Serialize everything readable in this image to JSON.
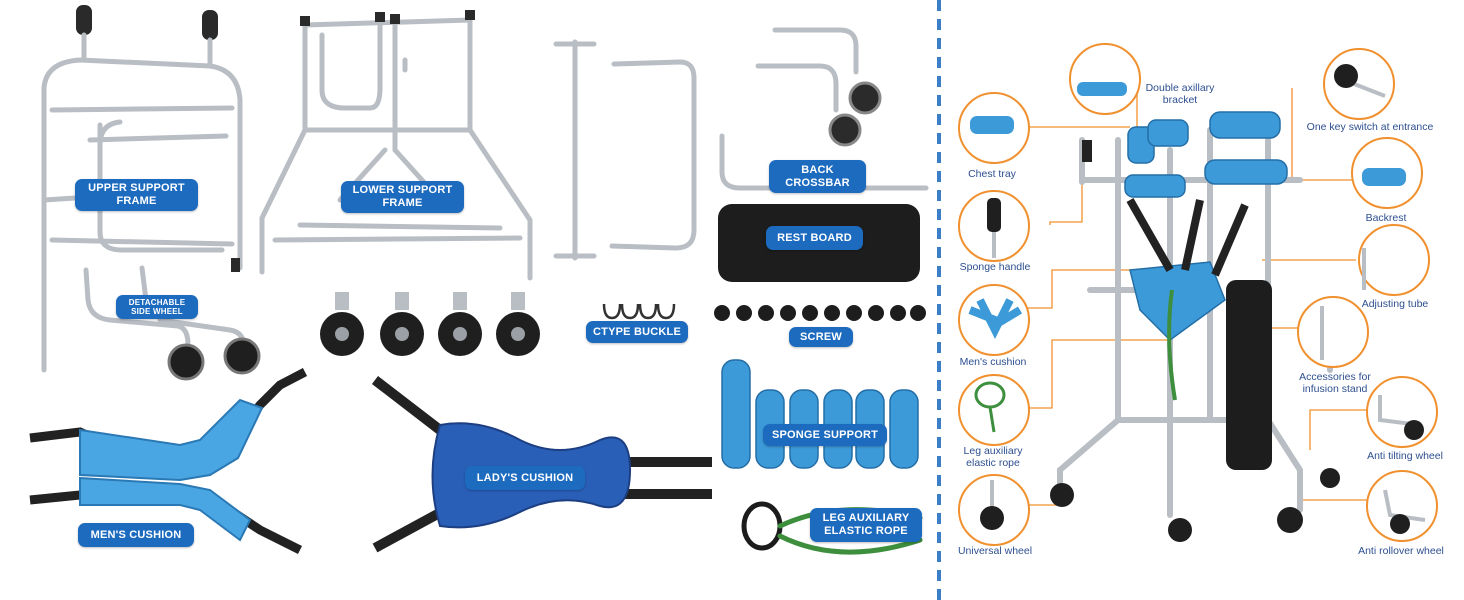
{
  "left_labels": {
    "upper_support_frame": "UPPER SUPPORT\nFRAME",
    "lower_support_frame": "LOWER SUPPORT\nFRAME",
    "back_crossbar": "BACK\nCROSSBAR",
    "rest_board": "REST BOARD",
    "detachable_side_wheel": "DETACHABLE\nSIDE WHEEL",
    "ctype_buckle": "CTYPE BUCKLE",
    "screw": "SCREW",
    "sponge_support": "SPONGE SUPPORT",
    "mens_cushion": "MEN'S CUSHION",
    "ladys_cushion": "LADY'S CUSHION",
    "leg_auxiliary_elastic_rope": "LEG AUXILIARY\nELASTIC ROPE"
  },
  "right_labels": {
    "double_axillary_bracket": "Double axillary\nbracket",
    "one_key_switch": "One key switch at entrance",
    "chest_tray": "Chest tray",
    "backrest": "Backrest",
    "sponge_handle": "Sponge handle",
    "adjusting_tube": "Adjusting tube",
    "mens_cushion": "Men's cushion",
    "accessories_infusion": "Accessories for\ninfusion stand",
    "leg_auxiliary_elastic_rope": "Leg auxiliary\nelastic rope",
    "anti_tilting_wheel": "Anti tilting wheel",
    "universal_wheel": "Universal wheel",
    "anti_rollover_wheel": "Anti rollover wheel"
  },
  "colors": {
    "pill_blue": "#1c6bbf",
    "orange_accent": "#f0902e",
    "foam_blue": "#3d9ad8",
    "chrome": "#b9bec4",
    "label_text": "#2d4f8f"
  }
}
